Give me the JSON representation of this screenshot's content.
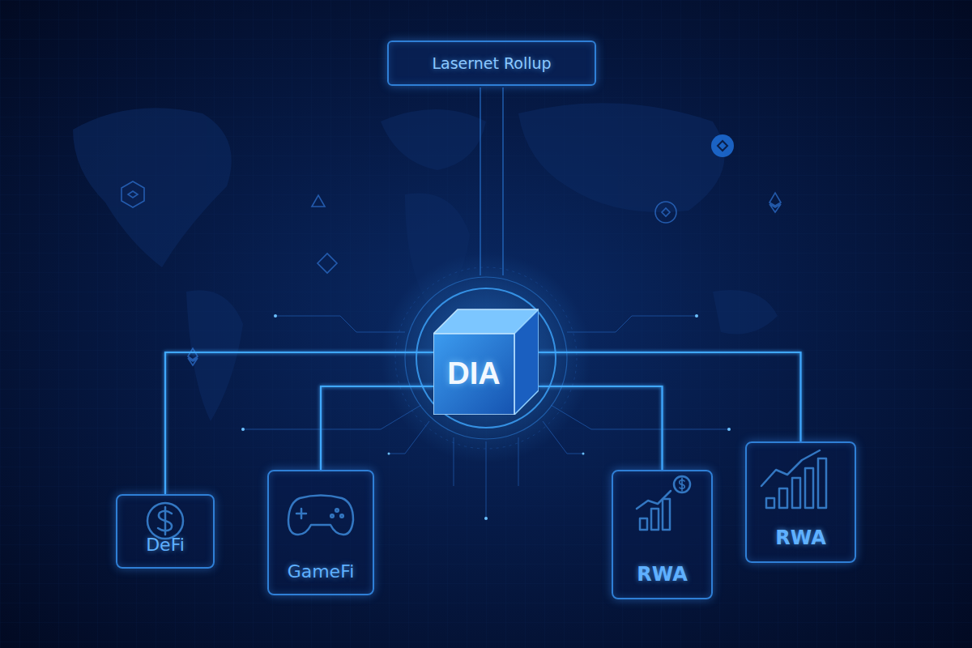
{
  "diagram": {
    "nodes": [
      {
        "text": [
          "Lasernet Rollup"
        ]
      },
      {
        "text": [
          "DIA"
        ]
      },
      {
        "text": [
          "DeFi"
        ]
      },
      {
        "text": [
          "GameFi"
        ]
      },
      {
        "text": [
          "RWA"
        ]
      },
      {
        "text": [
          "RWA"
        ]
      }
    ],
    "edges": [
      {
        "from": 0,
        "to": 1,
        "arrow": "none"
      },
      {
        "from": 1,
        "to": 2,
        "arrow": "none"
      },
      {
        "from": 1,
        "to": 3,
        "arrow": "none"
      },
      {
        "from": 1,
        "to": 4,
        "arrow": "none"
      },
      {
        "from": 1,
        "to": 5,
        "arrow": "none"
      }
    ]
  }
}
